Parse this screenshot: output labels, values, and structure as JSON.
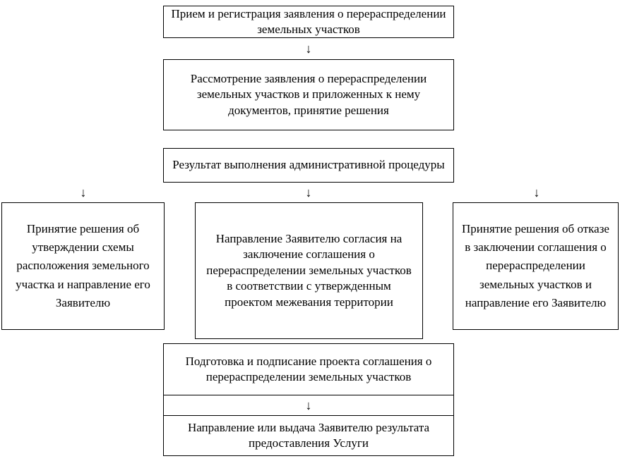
{
  "flowchart": {
    "arrow_glyph": "↓",
    "top": {
      "box1": "Прием и регистрация заявления о перераспределении земельных участков",
      "box2": "Рассмотрение заявления о перераспределении земельных участков и приложенных к нему документов, принятие решения",
      "box3": "Результат выполнения административной процедуры"
    },
    "branches": {
      "left": "Принятие решения об утверждении схемы расположения земельного участка и направление его Заявителю",
      "center": "Направление Заявителю согласия на заключение соглашения о перераспределении земельных участков в соответствии с утвержденным проектом межевания территории",
      "right": "Принятие решения об отказе в заключении соглашения о перераспределении земельных участков и направление его Заявителю"
    },
    "bottom": {
      "box4": "Подготовка и подписание проекта соглашения о перераспределении земельных участков",
      "box5": "Направление или выдача Заявителю результата предоставления Услуги"
    }
  }
}
